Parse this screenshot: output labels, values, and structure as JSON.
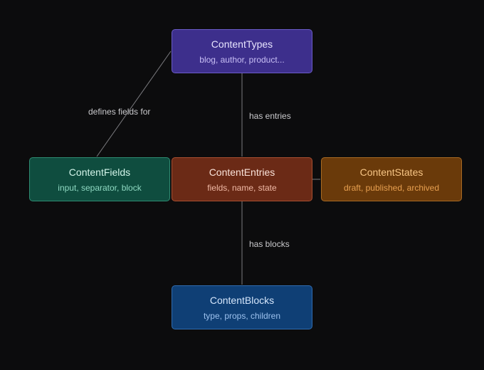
{
  "nodes": {
    "content_types": {
      "title": "ContentTypes",
      "subtitle": "blog, author, product...",
      "fill": "#3d2f8c",
      "border": "#6b5cc7",
      "title_color": "#e9e5ff",
      "sub_color": "#c8bff5"
    },
    "content_fields": {
      "title": "ContentFields",
      "subtitle": "input, separator, block",
      "fill": "#0f4d3f",
      "border": "#2f8c72",
      "title_color": "#d3f5ea",
      "sub_color": "#8fd9c2"
    },
    "content_entries": {
      "title": "ContentEntries",
      "subtitle": "fields, name, state",
      "fill": "#6b2a16",
      "border": "#a84f30",
      "title_color": "#fbe3da",
      "sub_color": "#f0b9a5"
    },
    "content_states": {
      "title": "ContentStates",
      "subtitle": "draft, published, archived",
      "fill": "#6a3a0a",
      "border": "#a86a23",
      "title_color": "#f7c585",
      "sub_color": "#e8a050"
    },
    "content_blocks": {
      "title": "ContentBlocks",
      "subtitle": "type, props, children",
      "fill": "#0f3f75",
      "border": "#2f6cb0",
      "title_color": "#d5e6fb",
      "sub_color": "#9cc1ee"
    }
  },
  "edges": {
    "defines_fields_for": "defines fields for",
    "has_entries": "has entries",
    "has_blocks": "has blocks"
  }
}
